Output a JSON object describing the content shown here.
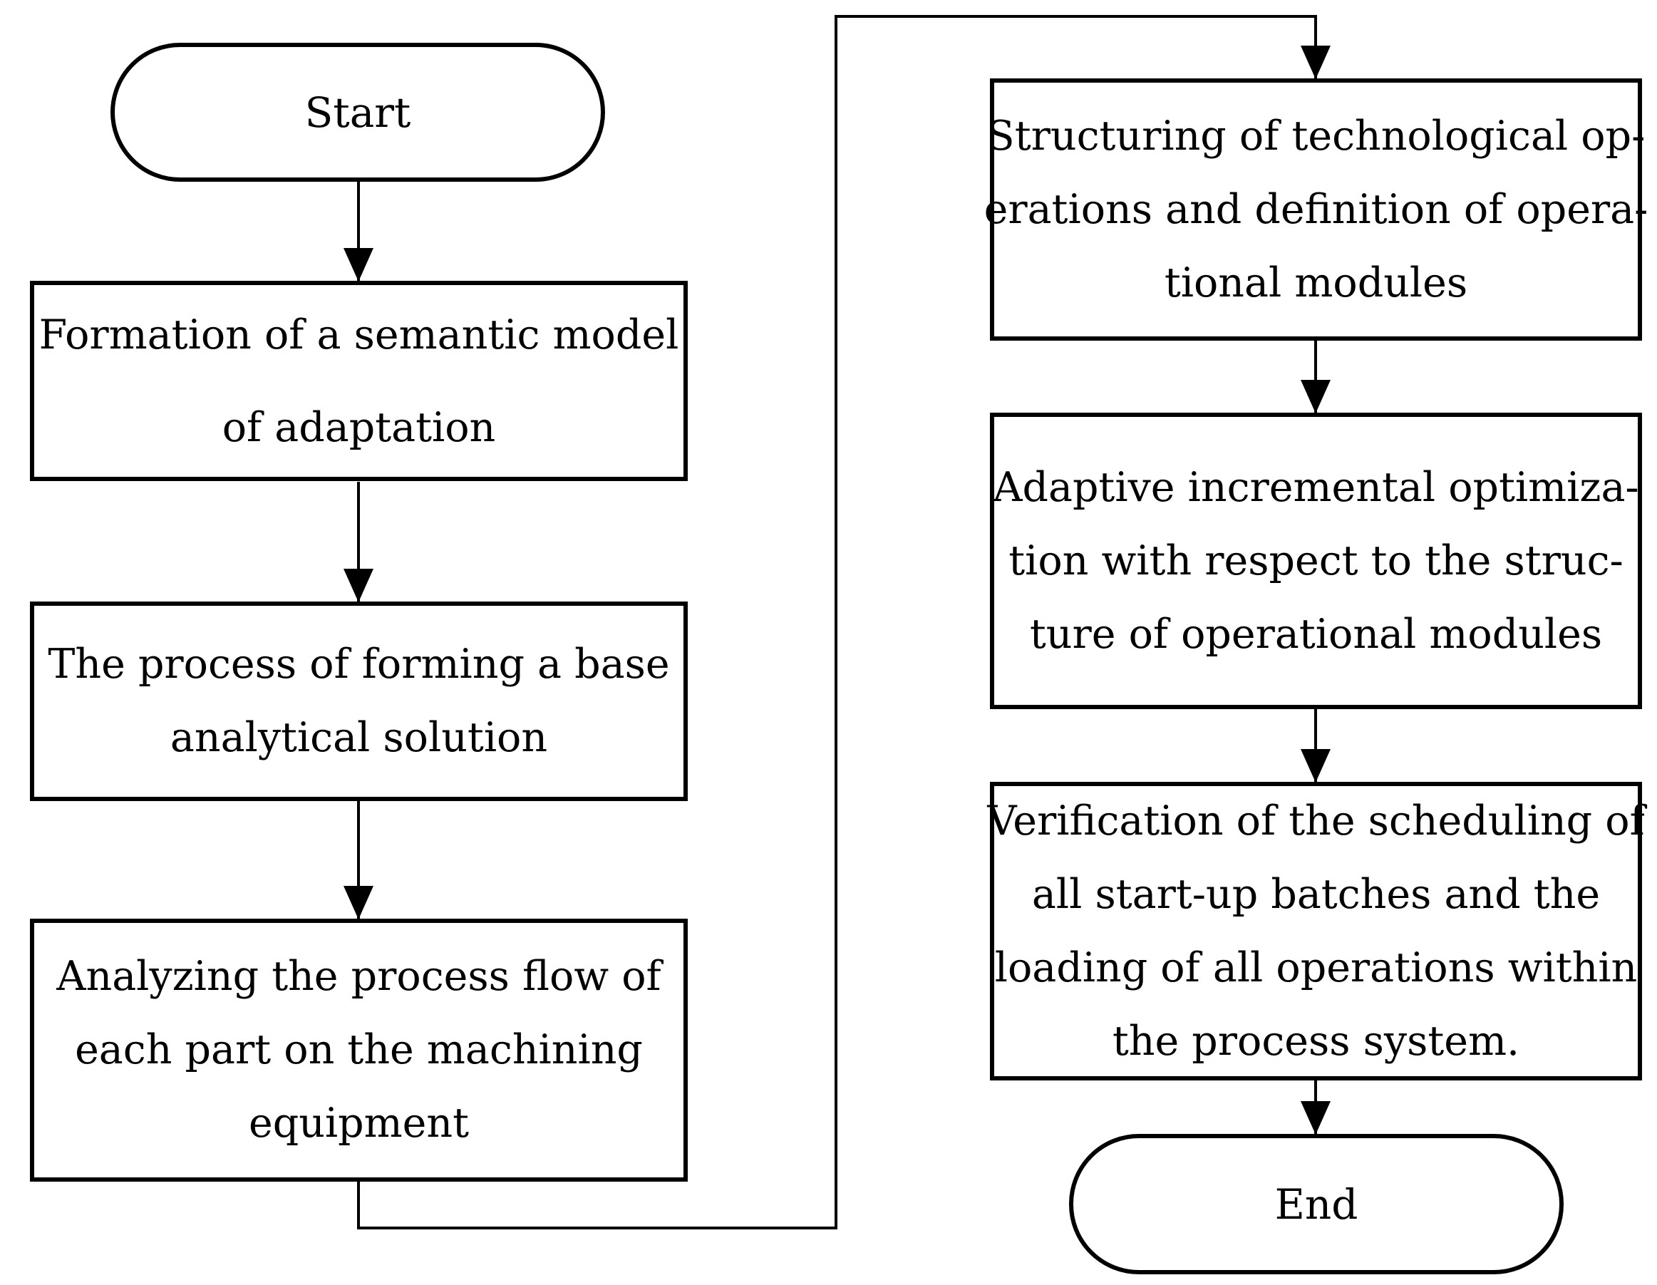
{
  "flowchart": {
    "start": {
      "label": "Start"
    },
    "end": {
      "label": "End"
    },
    "steps": [
      {
        "lines": [
          "Formation of a semantic model",
          "of adaptation"
        ]
      },
      {
        "lines": [
          "The process of forming a base",
          "analytical solution"
        ]
      },
      {
        "lines": [
          "Analyzing the process flow of",
          "each part on the machining",
          "equipment"
        ]
      },
      {
        "lines": [
          "Structuring of technological op-",
          "erations and definition of opera-",
          "tional modules"
        ]
      },
      {
        "lines": [
          "Adaptive incremental optimiza-",
          "tion with respect to the struc-",
          "ture of operational modules"
        ]
      },
      {
        "lines": [
          "Verification of the scheduling of",
          "all start-up batches and the",
          "loading of all operations within",
          "the process system."
        ]
      }
    ]
  },
  "colors": {
    "line": "#000000",
    "background": "#ffffff"
  }
}
